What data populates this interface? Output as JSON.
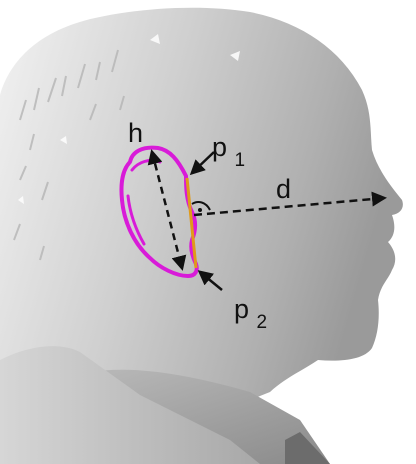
{
  "labels": {
    "h": "h",
    "p1_main": "p",
    "p1_sub": "1",
    "p2_main": "p",
    "p2_sub": "2",
    "d": "d"
  },
  "colors": {
    "ear_outline": "#d81bd8",
    "tragus_line": "#e09a1a",
    "arrow": "#111111",
    "head_light": "#e2e2e2",
    "head_dark": "#8c8c8c",
    "background": "#ffffff"
  }
}
